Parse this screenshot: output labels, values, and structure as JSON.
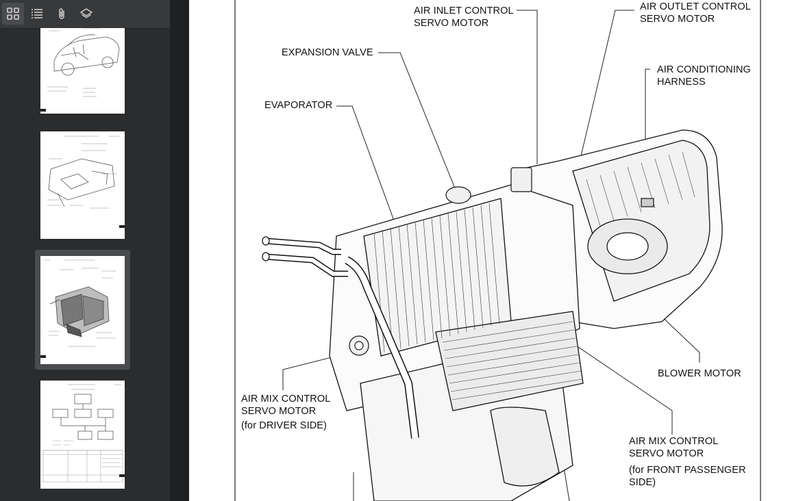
{
  "toolbar": {
    "buttons": [
      {
        "name": "thumbnails-icon",
        "active": true
      },
      {
        "name": "outline-icon",
        "active": false
      },
      {
        "name": "attachments-icon",
        "active": false
      },
      {
        "name": "layers-icon",
        "active": false
      }
    ]
  },
  "thumbnails": [
    {
      "page": "car-front-view",
      "selected": false
    },
    {
      "page": "dashboard-view",
      "selected": false
    },
    {
      "page": "air-conditioning-unit",
      "selected": true
    },
    {
      "page": "system-diagram",
      "selected": false
    }
  ],
  "document": {
    "labels": {
      "air_inlet_1": "AIR INLET CONTROL",
      "air_inlet_2": "SERVO MOTOR",
      "air_outlet_1": "AIR OUTLET CONTROL",
      "air_outlet_2": "SERVO MOTOR",
      "expansion_valve": "EXPANSION VALVE",
      "ac_harness_1": "AIR CONDITIONING",
      "ac_harness_2": "HARNESS",
      "evaporator": "EVAPORATOR",
      "blower_motor": "BLOWER MOTOR",
      "air_mix_driver_1": "AIR MIX CONTROL",
      "air_mix_driver_2": "SERVO MOTOR",
      "air_mix_driver_3": "(for DRIVER SIDE)",
      "air_mix_pass_1": "AIR MIX CONTROL",
      "air_mix_pass_2": "SERVO MOTOR",
      "air_mix_pass_3": "(for FRONT PASSENGER",
      "air_mix_pass_4": "SIDE)"
    }
  }
}
